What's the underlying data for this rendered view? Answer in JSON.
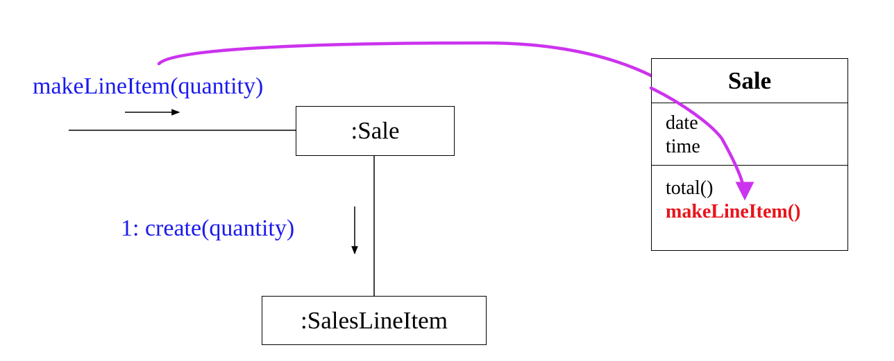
{
  "colors": {
    "message": "#1a1aee",
    "highlight": "#e8141b",
    "connector": "#cc33ee",
    "line": "#000000"
  },
  "messages": {
    "incoming": "makeLineItem(quantity)",
    "create": "1: create(quantity)"
  },
  "objects": {
    "sale": ":Sale",
    "sales_line_item": ":SalesLineItem"
  },
  "class_box": {
    "name": "Sale",
    "attributes": [
      "date",
      "time"
    ],
    "operations": [
      "total()",
      "makeLineItem()"
    ],
    "highlighted_operation": "makeLineItem()"
  }
}
